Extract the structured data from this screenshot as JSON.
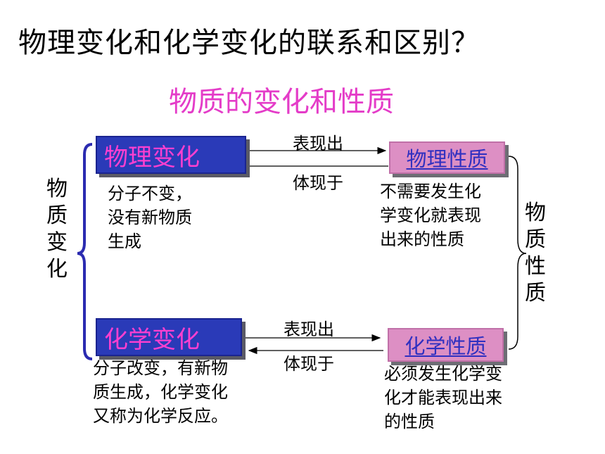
{
  "title": "物理变化和化学变化的联系和区别？",
  "subtitle": "物质的变化和性质",
  "left_group_label": "物质变化",
  "right_group_label": "物质性质",
  "physical_change": {
    "label": "物理变化",
    "description_lines": [
      "分子不变，",
      "没有新物质",
      "生成"
    ]
  },
  "chemical_change": {
    "label": "化学变化",
    "description_lines": [
      "分子改变，有新物",
      "质生成，化学变化",
      "又称为化学反应。"
    ]
  },
  "physical_property": {
    "label": "物理性质",
    "description_lines": [
      "不需要发生化",
      "学变化就表现",
      "出来的性质"
    ]
  },
  "chemical_property": {
    "label": "化学性质",
    "description_lines": [
      "必须发生化学变",
      "化才能表现出来",
      "的性质"
    ]
  },
  "top_arrows": {
    "forward_label": "表现出",
    "backward_label": "体现于"
  },
  "bottom_arrows": {
    "forward_label": "表现出",
    "backward_label": "体现于"
  },
  "colors": {
    "change_box_fill": "#2a3ab8",
    "change_box_text": "#ff3fd0",
    "property_box_fill": "#dd8fc4",
    "property_box_text": "#3030c0",
    "subtitle_text": "#e43cc8",
    "left_brace": "#2b2bb0"
  }
}
